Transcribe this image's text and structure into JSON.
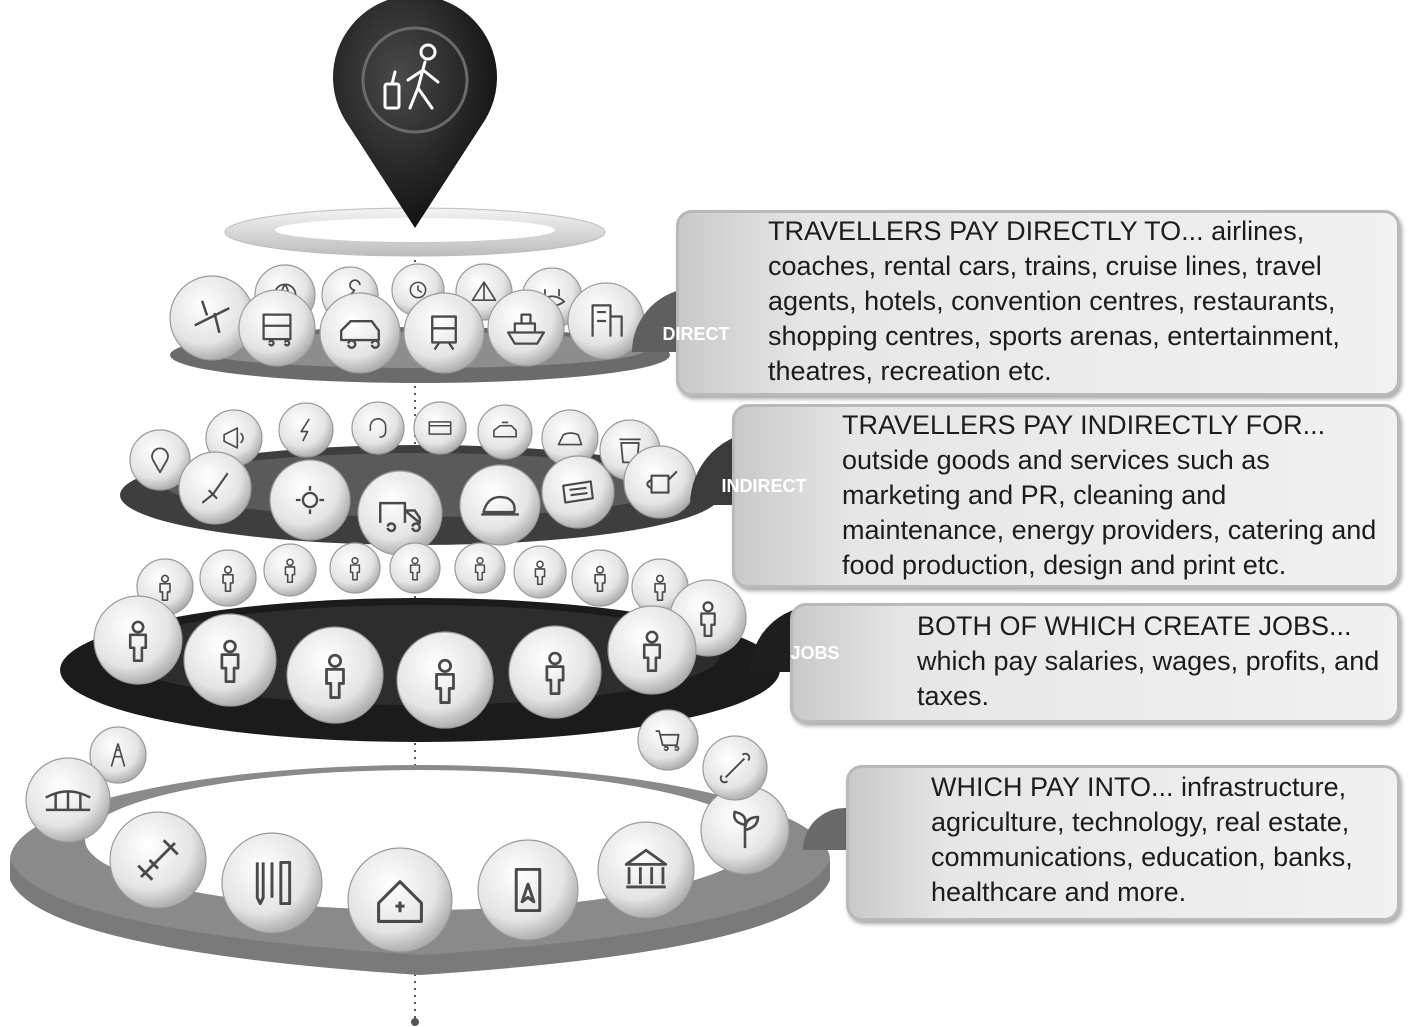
{
  "levels": [
    {
      "tab_label": "DIRECT",
      "tab_color": "#5f5f5f",
      "text": "TRAVELLERS PAY DIRECTLY TO... airlines, coaches, rental cars, trains, cruise lines, travel agents, hotels, convention centres, restaurants, shopping centres, sports arenas, entertainment, theatres, recreation etc.",
      "icons": [
        "airplane-icon",
        "globe-icon",
        "wrench-icon",
        "clock-dining-icon",
        "tent-icon",
        "stadium-icon",
        "bus-icon",
        "car-icon",
        "train-icon",
        "cruise-ship-icon",
        "hotel-building-icon"
      ]
    },
    {
      "tab_label": "INDIRECT",
      "tab_color": "#3b3b3b",
      "text": "TRAVELLERS PAY INDIRECTLY FOR... outside goods and services such as marketing and PR, cleaning and maintenance, energy providers, catering and food production, design and print etc.",
      "icons": [
        "map-pin-icon",
        "megaphone-icon",
        "lightning-icon",
        "headset-icon",
        "credit-card-icon",
        "taxi-icon",
        "iron-icon",
        "trash-bin-icon",
        "broom-icon",
        "gears-icon",
        "delivery-truck-icon",
        "roast-chicken-icon",
        "printed-tickets-icon",
        "watering-can-icon"
      ]
    },
    {
      "tab_label": "JOBS",
      "tab_color": "#1e1e1e",
      "text": "BOTH OF WHICH CREATE JOBS... which pay salaries, wages, profits, and taxes.",
      "icons": [
        "person-icon"
      ]
    },
    {
      "tab_label": "",
      "tab_color": "#6a6a6a",
      "text": "WHICH PAY INTO... infrastructure, agriculture, technology, real estate, communications, education, banks, healthcare and more.",
      "icons": [
        "radio-tower-icon",
        "bridge-icon",
        "satellite-icon",
        "pencils-ruler-icon",
        "hospital-icon",
        "mobile-map-icon",
        "bank-icon",
        "plant-icon",
        "shopping-cart-icon",
        "bone-icon"
      ]
    }
  ],
  "colors": {
    "ring_direct": "#6b6b6b",
    "ring_indirect": "#3e3e3e",
    "ring_jobs": "#1b1b1b",
    "ring_base": "#8a8a8a",
    "pin": "#1f1f1f"
  }
}
